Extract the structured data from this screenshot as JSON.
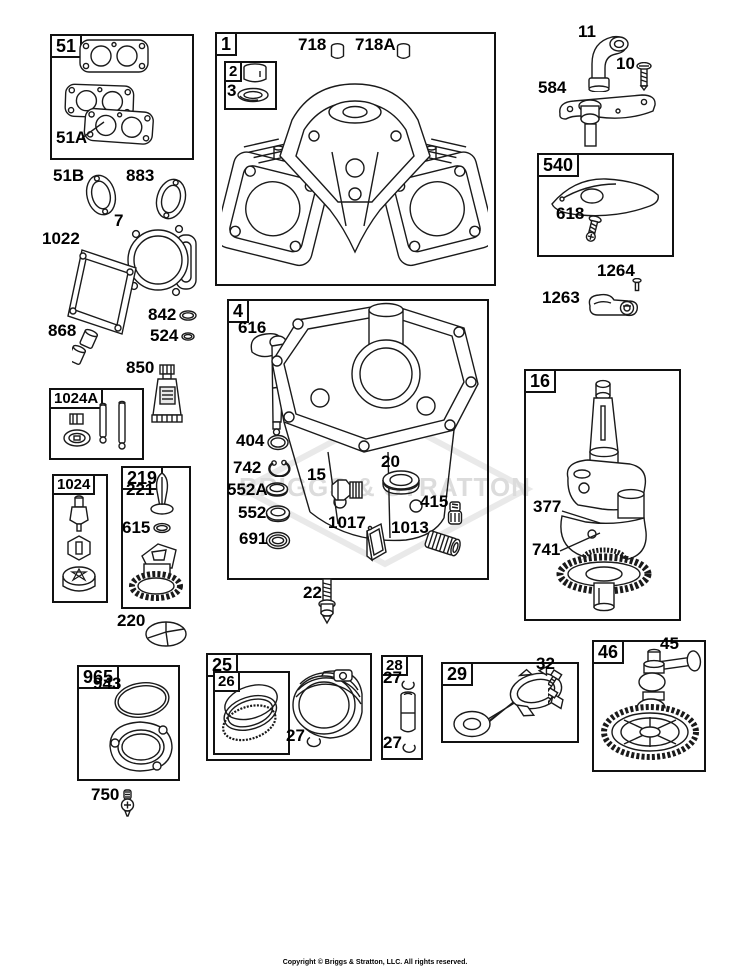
{
  "document": {
    "watermark_text": "BRIGGS & STRATTON",
    "copyright": "Copyright © Briggs & Stratton, LLC. All rights reserved."
  },
  "callouts": {
    "b51": "51",
    "b1": "1",
    "b2": "2",
    "b4": "4",
    "b16": "16",
    "b540": "540",
    "b1024A": "1024A",
    "b1024": "1024",
    "b219": "219",
    "b965": "965",
    "b25": "25",
    "b26": "26",
    "b28": "28",
    "b29": "29",
    "b46": "46"
  },
  "labels": {
    "p51A": "51A",
    "p51B": "51B",
    "p883": "883",
    "p7": "7",
    "p1022": "1022",
    "p868": "868",
    "p842": "842",
    "p524": "524",
    "p850": "850",
    "p3": "3",
    "p718": "718",
    "p718A": "718A",
    "p11": "11",
    "p10": "10",
    "p584": "584",
    "p618": "618",
    "p1264": "1264",
    "p1263": "1263",
    "p616": "616",
    "p404": "404",
    "p742": "742",
    "p552A": "552A",
    "p552": "552",
    "p691": "691",
    "p15": "15",
    "p20": "20",
    "p415": "415",
    "p1017": "1017",
    "p1013": "1013",
    "p22": "22",
    "p377": "377",
    "p741": "741",
    "p221": "221",
    "p615": "615",
    "p220": "220",
    "p943": "943",
    "p750": "750",
    "p27a": "27",
    "p27b": "27",
    "p27c": "27",
    "p32": "32",
    "p45": "45"
  }
}
